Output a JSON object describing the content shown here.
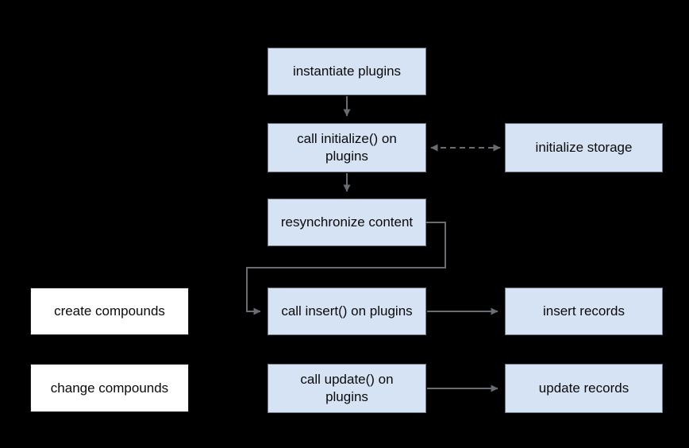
{
  "diagram": {
    "title": "plugin lifecycle flowchart",
    "background": "#000000",
    "colors": {
      "process_fill": "#d5e3f4",
      "process_border": "#6e7b89",
      "external_fill": "#ffffff",
      "external_border": "#1f1f1f",
      "arrow": "#696d72",
      "text": "#0b0b0b"
    },
    "nodes": [
      {
        "id": "instantiate-plugins",
        "type": "process",
        "label": "instantiate plugins"
      },
      {
        "id": "call-initialize",
        "type": "process",
        "label": "call initialize() on\nplugins"
      },
      {
        "id": "initialize-storage",
        "type": "process",
        "label": "initialize storage"
      },
      {
        "id": "resynchronize-content",
        "type": "process",
        "label": "resynchronize content"
      },
      {
        "id": "create-compounds",
        "type": "external",
        "label": "create compounds"
      },
      {
        "id": "call-insert",
        "type": "process",
        "label": "call insert() on plugins"
      },
      {
        "id": "insert-records",
        "type": "process",
        "label": "insert records"
      },
      {
        "id": "change-compounds",
        "type": "external",
        "label": "change compounds"
      },
      {
        "id": "call-update",
        "type": "process",
        "label": "call update() on\nplugins"
      },
      {
        "id": "update-records",
        "type": "process",
        "label": "update records"
      }
    ],
    "edges": [
      {
        "from": "instantiate-plugins",
        "to": "call-initialize",
        "style": "solid",
        "arrows": "end"
      },
      {
        "from": "call-initialize",
        "to": "initialize-storage",
        "style": "dashed",
        "arrows": "both"
      },
      {
        "from": "call-initialize",
        "to": "resynchronize-content",
        "style": "solid",
        "arrows": "end"
      },
      {
        "from": "resynchronize-content",
        "to": "call-insert",
        "style": "solid",
        "arrows": "end",
        "routing": "elbow"
      },
      {
        "from": "call-insert",
        "to": "insert-records",
        "style": "solid",
        "arrows": "end"
      },
      {
        "from": "call-update",
        "to": "update-records",
        "style": "solid",
        "arrows": "end"
      }
    ]
  }
}
